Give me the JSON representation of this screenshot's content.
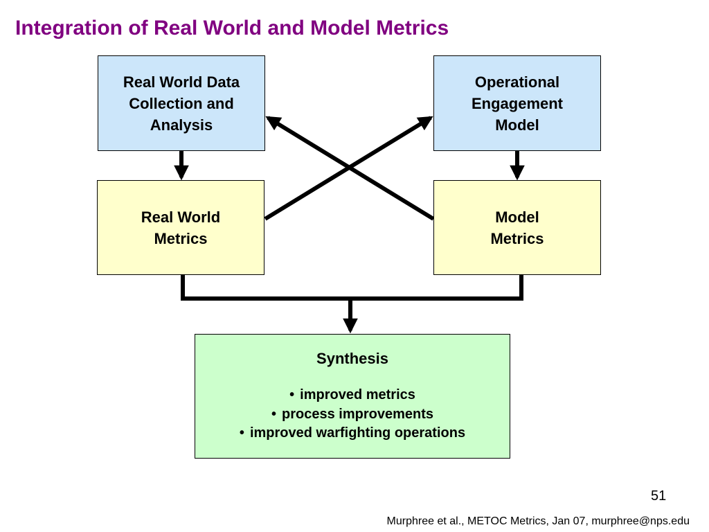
{
  "title": "Integration of Real World and Model Metrics",
  "boxes": {
    "real_world_data": {
      "lines": [
        "Real World Data",
        "Collection and",
        "Analysis"
      ],
      "fill": "#cce6fa"
    },
    "operational_engagement_model": {
      "lines": [
        "Operational",
        "Engagement",
        "Model"
      ],
      "fill": "#cce6fa"
    },
    "real_world_metrics": {
      "lines": [
        "Real World",
        "Metrics"
      ],
      "fill": "#ffffcc"
    },
    "model_metrics": {
      "lines": [
        "Model",
        "Metrics"
      ],
      "fill": "#ffffcc"
    },
    "synthesis": {
      "title": "Synthesis",
      "bullet": "•",
      "items": [
        "improved metrics",
        "process improvements",
        "improved warfighting operations"
      ],
      "fill": "#ccffcc"
    }
  },
  "colors": {
    "title": "#800080",
    "connector": "#000000"
  },
  "page_number": "51",
  "footer": "Murphree et al., METOC Metrics, Jan 07, murphree@nps.edu"
}
